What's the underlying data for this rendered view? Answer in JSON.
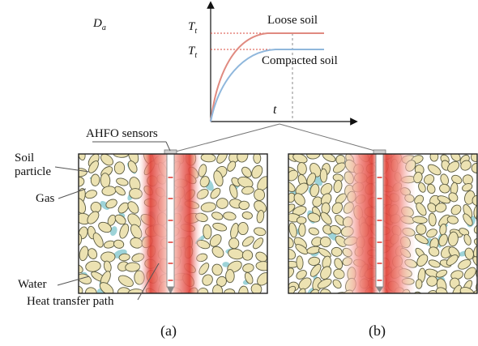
{
  "graph": {
    "y_axis_label": "D",
    "y_axis_subscript": "a",
    "x_axis_label": "t",
    "tick_label_upper": "T",
    "tick_label_upper_sub": "t",
    "tick_label_lower": "T",
    "tick_label_lower_sub": "t",
    "curve_loose_label": "Loose soil",
    "curve_compacted_label": "Compacted soil",
    "colors": {
      "loose": "#e08a80",
      "compacted": "#8fb7dc",
      "guide": "#d94a3d"
    }
  },
  "panel_labels": {
    "sensor": "AHFO sensors",
    "soil_particle_line1": "Soil",
    "soil_particle_line2": "particle",
    "gas": "Gas",
    "water": "Water",
    "heat_path": "Heat transfer path"
  },
  "captions": {
    "a": "(a)",
    "b": "(b)"
  },
  "colors": {
    "particle_fill": "#ece2b2",
    "particle_stroke": "#5a5a40",
    "water": "#9dd3d8",
    "heat_core": "#e0423a",
    "heat_edge": "#fde6e4"
  }
}
